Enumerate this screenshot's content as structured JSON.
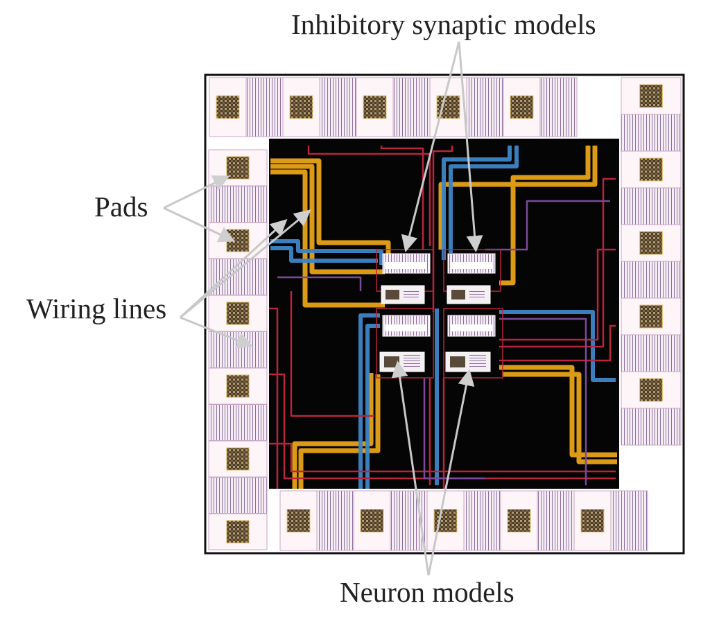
{
  "labels": {
    "inhibitory": "Inhibitory synaptic models",
    "pads": "Pads",
    "wiring": "Wiring lines",
    "neuron": "Neuron models"
  },
  "colors": {
    "background": "#ffffff",
    "chip_core": "#050505",
    "pad_tile": "#fdf5f7",
    "pad_border": "#c9a6c4",
    "pad_core": "#4a3c2c",
    "wire_yellow": "#e8a418",
    "wire_blue": "#3d86c6",
    "wire_red": "#b8253c",
    "wire_purple": "#7c4a9c",
    "arrow": "#c8c8c8",
    "label_text": "#222222"
  }
}
